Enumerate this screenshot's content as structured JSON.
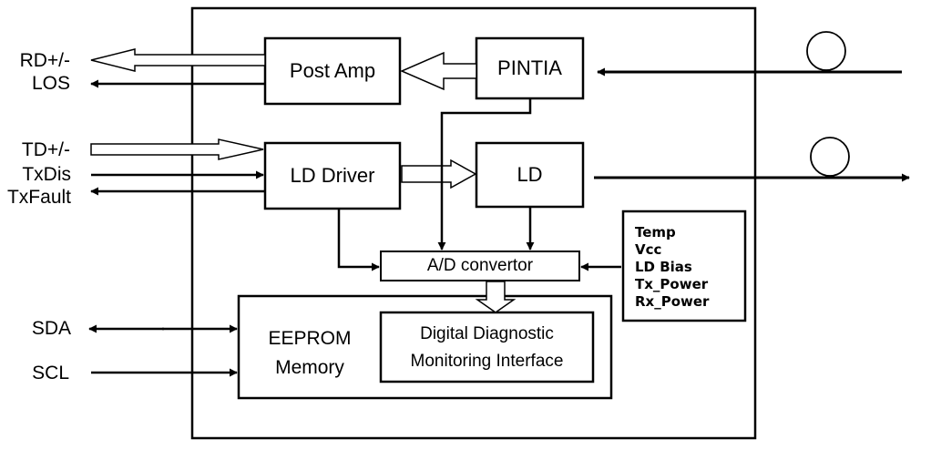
{
  "left_signals": {
    "rd": "RD+/-",
    "los": "LOS",
    "td": "TD+/-",
    "txdis": "TxDis",
    "txfault": "TxFault",
    "sda": "SDA",
    "scl": "SCL"
  },
  "blocks": {
    "post_amp": "Post Amp",
    "pintia": "PINTIA",
    "ld_driver": "LD Driver",
    "ld": "LD",
    "ad_convertor": "A/D convertor",
    "eeprom_line1": "EEPROM",
    "eeprom_line2": "Memory",
    "ddmi_line1": "Digital Diagnostic",
    "ddmi_line2": "Monitoring Interface"
  },
  "monitored_params": [
    "Temp",
    "Vcc",
    "LD Bias",
    "Tx_Power",
    "Rx_Power"
  ]
}
